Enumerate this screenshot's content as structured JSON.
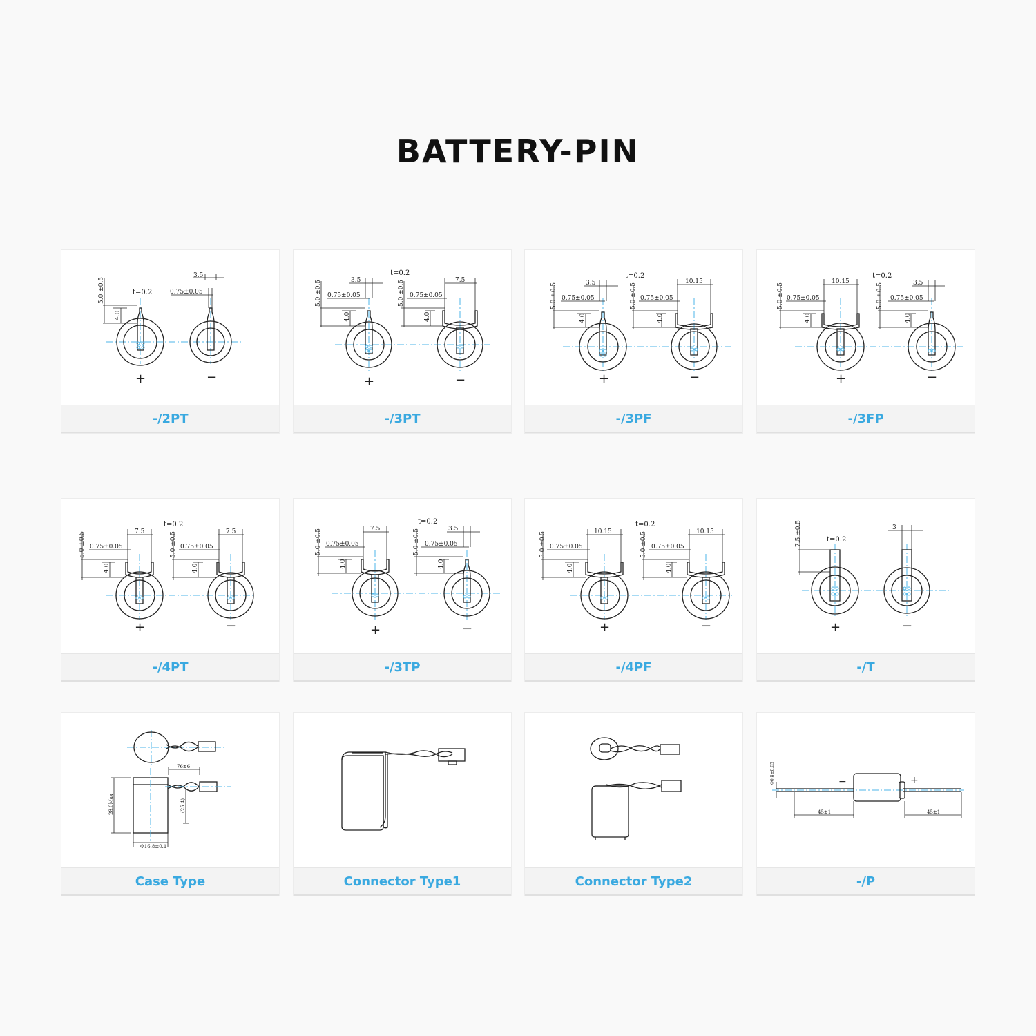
{
  "header": {
    "title": "BATTERY-PIN"
  },
  "cards": [
    {
      "label": "-/2PT",
      "dims": {
        "t": "t=0.2",
        "h1": "5.0 ±0.5",
        "h2": "4.0",
        "w1": "0.75±0.05",
        "w2": "3.5"
      },
      "signs": {
        "plus": "+",
        "minus": "−"
      }
    },
    {
      "label": "-/3PT",
      "dims": {
        "t": "t=0.2",
        "h1": "5.0 ±0.5",
        "h2": "4.0",
        "w1": "0.75±0.05",
        "w2": "3.5",
        "w3": "7.5",
        "h1b": "5.0 ±0.5",
        "h2b": "4.0",
        "w1b": "0.75±0.05"
      },
      "signs": {
        "plus": "+",
        "minus": "−"
      }
    },
    {
      "label": "-/3PF",
      "dims": {
        "t": "t=0.2",
        "h1": "5.0 ±0.5",
        "h2": "4.0",
        "w1": "0.75±0.05",
        "w2": "3.5",
        "w3": "10.15",
        "h1b": "5.0 ±0.5",
        "h2b": "4.0",
        "w1b": "0.75±0.05"
      },
      "signs": {
        "plus": "+",
        "minus": "−"
      }
    },
    {
      "label": "-/3FP",
      "dims": {
        "t": "t=0.2",
        "h1": "5.0 ±0.5",
        "h2": "4.0",
        "w1": "0.75±0.05",
        "w2": "3.5",
        "w3": "10.15",
        "h1b": "5.0 ±0.5",
        "h2b": "4.0",
        "w1b": "0.75±0.05"
      },
      "signs": {
        "plus": "+",
        "minus": "−"
      }
    },
    {
      "label": "-/4PT",
      "dims": {
        "t": "t=0.2",
        "h1": "5.0 ±0.5",
        "h2": "4.0",
        "w1": "0.75±0.05",
        "w2": "7.5",
        "w3": "7.5",
        "h1b": "5.0 ±0.5",
        "h2b": "4.0",
        "w1b": "0.75±0.05"
      },
      "signs": {
        "plus": "+",
        "minus": "−"
      }
    },
    {
      "label": "-/3TP",
      "dims": {
        "t": "t=0.2",
        "h1": "5.0 ±0.5",
        "h2": "4.0",
        "w1": "0.75±0.05",
        "w2": "7.5",
        "w3": "3.5",
        "h1b": "5.0 ±0.5",
        "h2b": "4.0",
        "w1b": "0.75±0.05"
      },
      "signs": {
        "plus": "+",
        "minus": "−"
      }
    },
    {
      "label": "-/4PF",
      "dims": {
        "t": "t=0.2",
        "h1": "5.0 ±0.5",
        "h2": "4.0",
        "w1": "0.75±0.05",
        "w2": "10.15",
        "w3": "10.15",
        "h1b": "5.0 ±0.5",
        "h2b": "4.0",
        "w1b": "0.75±0.05"
      },
      "signs": {
        "plus": "+",
        "minus": "−"
      }
    },
    {
      "label": "-/T",
      "dims": {
        "t": "t=0.2",
        "h1": "7.5 ±0.5",
        "w2": "3"
      },
      "signs": {
        "plus": "+",
        "minus": "−"
      }
    },
    {
      "label": "Case Type",
      "dims": {
        "len": "76±6",
        "height": "28.0Max",
        "pin": "(25.4)",
        "dia": "Φ16.8±0.1"
      }
    },
    {
      "label": "Connector Type1"
    },
    {
      "label": "Connector Type2"
    },
    {
      "label": "-/P",
      "dims": {
        "wire": "Φ0.8±0.05",
        "lead1": "45±1",
        "lead2": "45±1"
      },
      "signs": {
        "plus": "+",
        "minus": "−"
      }
    }
  ]
}
